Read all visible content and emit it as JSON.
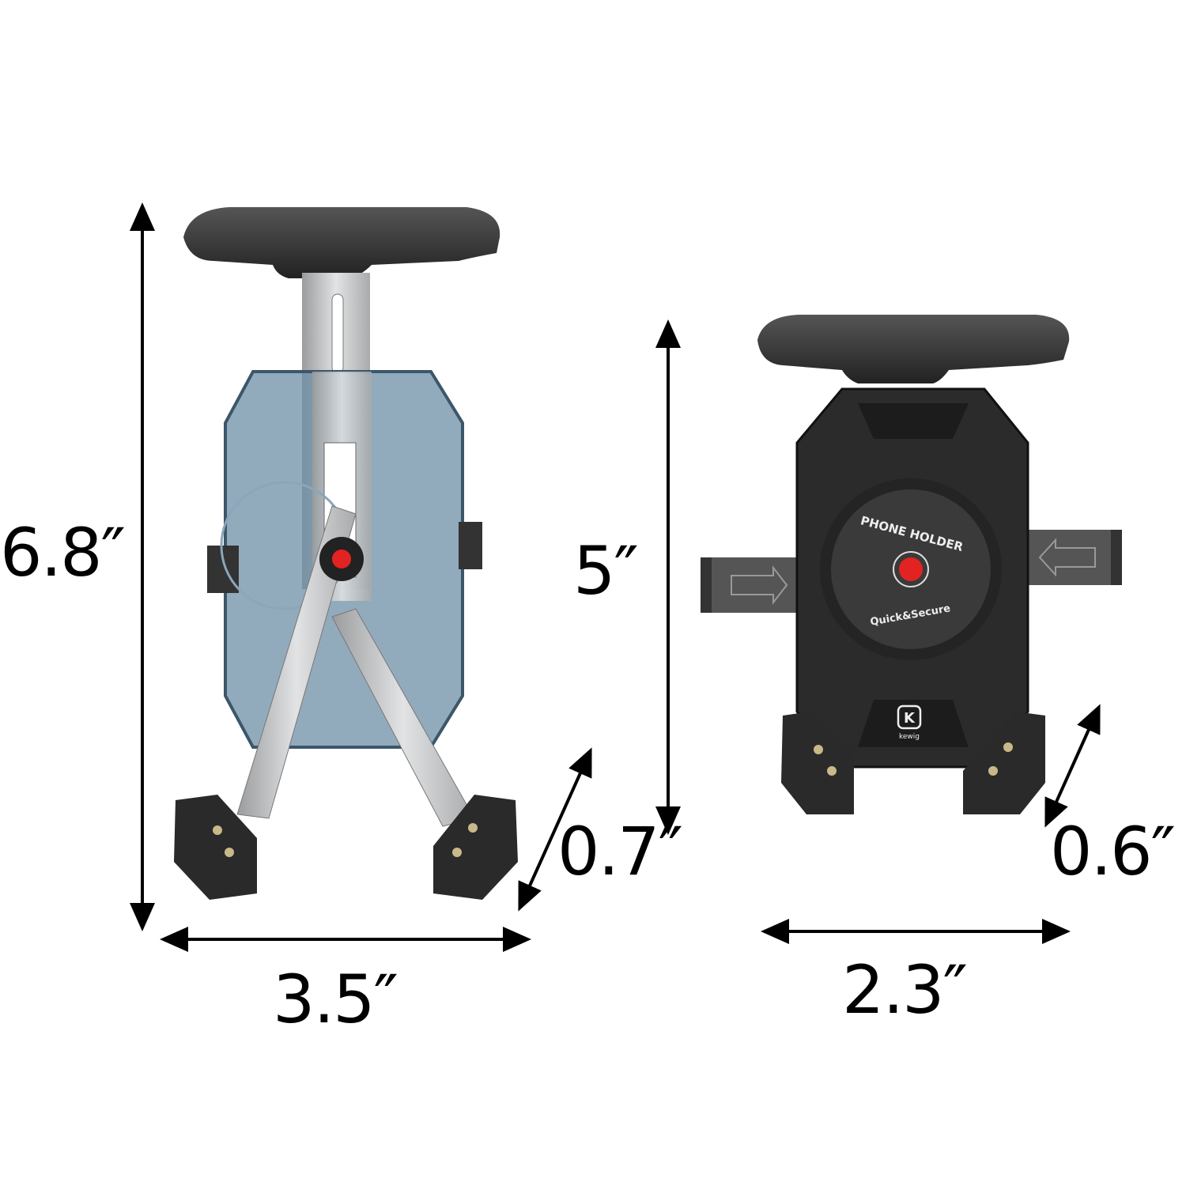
{
  "dimensions": {
    "left_height": "6.8″",
    "left_width": "3.5″",
    "left_grip_depth": "0.7″",
    "right_height": "5″",
    "right_width": "2.3″",
    "right_grip_depth": "0.6″"
  },
  "product": {
    "face_label_top": "PHONE HOLDER",
    "face_label_bottom": "Quick&Secure",
    "brand": "kewig",
    "accent_color": "#e32222",
    "body_color": "#2b2b2b",
    "transparent_back_color": "#5d7a8f",
    "metal_color": "#c4c6c8"
  }
}
